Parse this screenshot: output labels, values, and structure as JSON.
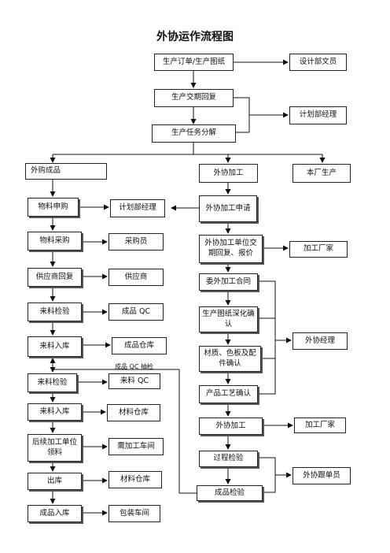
{
  "title": "外协运作流程图",
  "nodes": {
    "production_order": "生产订单/生产图纸",
    "design_clerk": "设计部文员",
    "delivery_reply": "生产交期回复",
    "planning_manager_top": "计划部经理",
    "task_breakdown": "生产任务分解",
    "outsourced_finished": "外购成品",
    "outsourced_processing": "外协加工",
    "in_house_production": "本厂生产",
    "material_request": "物料申购",
    "planning_manager": "计划部经理",
    "outsourcing_request": "外协加工申请",
    "material_purchase": "物料采购",
    "buyer": "采购员",
    "vendor_reply": "外协加工单位交期回复、报价",
    "processing_factory_1": "加工厂家",
    "supplier_reply": "供应商回复",
    "supplier": "供应商",
    "outsourcing_contract": "委外加工合同",
    "incoming_inspection_1": "来料检验",
    "finished_qc": "成品 QC",
    "drawing_detailing": "生产图纸深化确认",
    "outsourcing_manager_1": "外协经理",
    "incoming_storage_1": "来料入库",
    "finished_warehouse": "成品仓库",
    "material_color_confirm": "材质、色板及配件确认",
    "sampling_note": "成品 QC 抽检",
    "incoming_inspection_2": "来料检验",
    "incoming_qc": "来料 QC",
    "process_confirm": "产品工艺确认",
    "incoming_storage_2": "来料入库",
    "material_warehouse_1": "材料仓库",
    "outsourced_processing_2": "外协加工",
    "processing_factory_2": "加工厂家",
    "followup_processing": "后续加工单位领料",
    "processing_workshop": "需加工车间",
    "process_inspection": "过程检验",
    "outsourcing_follower": "外协跟单员",
    "outbound": "出库",
    "material_warehouse_2": "材料仓库",
    "finished_inspection": "成品检验",
    "finished_storage": "成品入库",
    "packing_workshop": "包装车间"
  }
}
